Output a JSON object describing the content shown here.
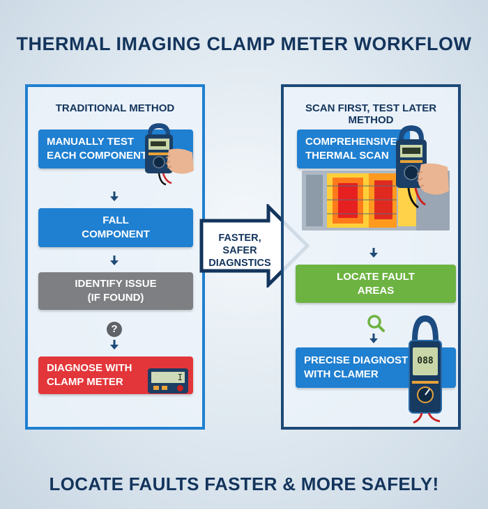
{
  "title": "THERMAL IMAGING CLAMP METER WORKFLOW",
  "left_panel": {
    "heading": "TRADITIONAL METHOD",
    "step1": {
      "line1": "MANUALLY TEST",
      "line2": "EACH COMPONENT"
    },
    "step2": {
      "line1": "FALL",
      "line2": "COMPONENT"
    },
    "step3": {
      "line1": "IDENTIFY ISSUE",
      "line2": "(IF FOUND)"
    },
    "question_icon": "?",
    "step4": {
      "line1": "DIAGNOSE WITH",
      "line2": "CLAMP METER"
    },
    "meter_reading": "I"
  },
  "arrow": {
    "line1": "FASTER, SAFER",
    "line2": "DIAGNSTICS"
  },
  "right_panel": {
    "heading": "SCAN FIRST, TEST LATER METHOD",
    "step1": {
      "line1": "COMPREHENSIVE",
      "line2": "THERMAL SCAN"
    },
    "step2": {
      "line1": "LOCATE FAULT",
      "line2": "AREAS"
    },
    "step3": {
      "line1": "PRECISE DIAGNOSTICS",
      "line2": "WITH CLAMER"
    },
    "meter_reading": "088"
  },
  "footer": "LOCATE FAULTS FASTER & MORE SAFELY!",
  "colors": {
    "navy": "#13345c",
    "blue": "#1f7fd0",
    "gray": "#7d7f82",
    "red": "#e3363a",
    "green": "#6db342"
  },
  "icons": [
    "clamp-meter-icon",
    "hand-icon",
    "thermal-image-icon",
    "magnifier-icon",
    "question-icon",
    "arrow-down-icon",
    "arrow-right-icon"
  ]
}
